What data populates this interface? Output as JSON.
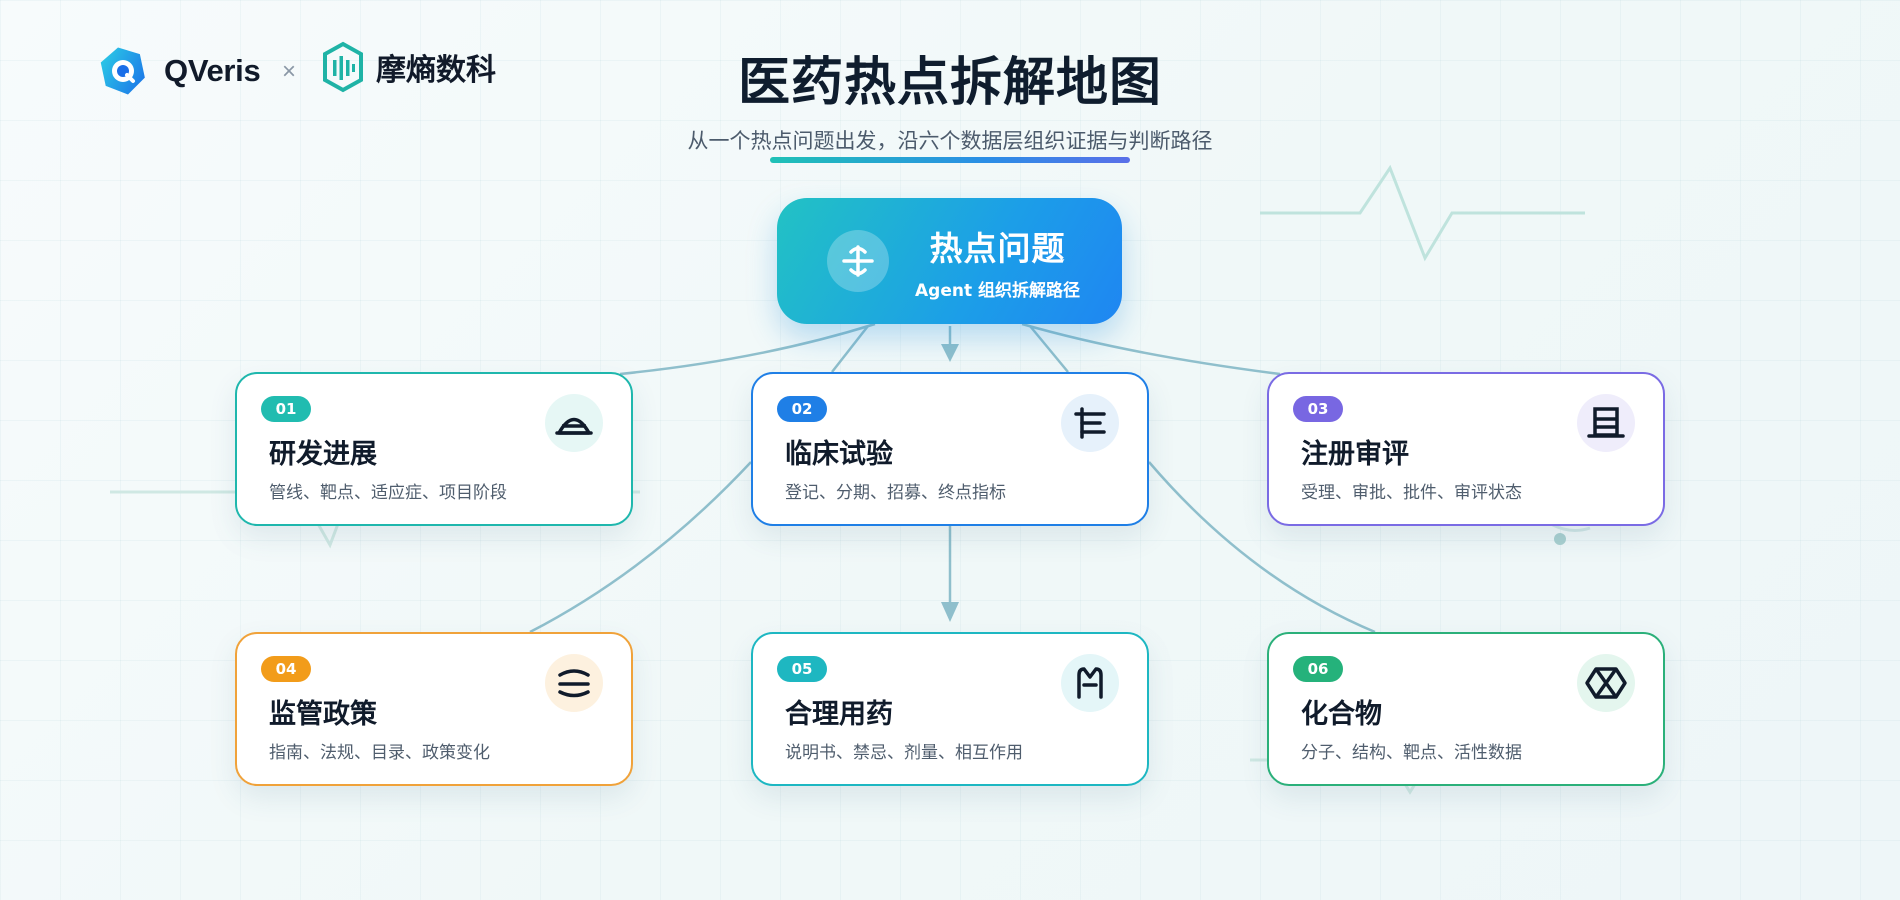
{
  "header": {
    "brand_left": "QVeris",
    "times_sign": "×",
    "brand_right": "摩熵数科",
    "title": "医药热点拆解地图",
    "subtitle": "从一个热点问题出发，沿六个数据层组织证据与判断路径"
  },
  "center": {
    "title": "热点问题",
    "subtitle": "Agent 组织拆解路径",
    "icon": "split-arrows-icon"
  },
  "cards": [
    {
      "badge": "01",
      "title": "研发进展",
      "desc": "管线、靶点、适应症、项目阶段",
      "icon": "dome-icon",
      "color": "#21bcb0"
    },
    {
      "badge": "02",
      "title": "临床试验",
      "desc": "登记、分期、招募、终点指标",
      "icon": "branch-lines-icon",
      "color": "#1f7fe6"
    },
    {
      "badge": "03",
      "title": "注册审评",
      "desc": "受理、审批、批件、审评状态",
      "icon": "document-frame-icon",
      "color": "#7867e2"
    },
    {
      "badge": "04",
      "title": "监管政策",
      "desc": "指南、法规、目录、政策变化",
      "icon": "wave-lines-icon",
      "color": "#f29c1a"
    },
    {
      "badge": "05",
      "title": "合理用药",
      "desc": "说明书、禁忌、剂量、相互作用",
      "icon": "m-shape-icon",
      "color": "#1eb7c1"
    },
    {
      "badge": "06",
      "title": "化合物",
      "desc": "分子、结构、靶点、活性数据",
      "icon": "hexagon-cross-icon",
      "color": "#25b27b"
    }
  ],
  "colors": {
    "connector": "#8fbfcc",
    "accent_start": "#1fc1b6",
    "accent_end": "#1f86f2"
  }
}
